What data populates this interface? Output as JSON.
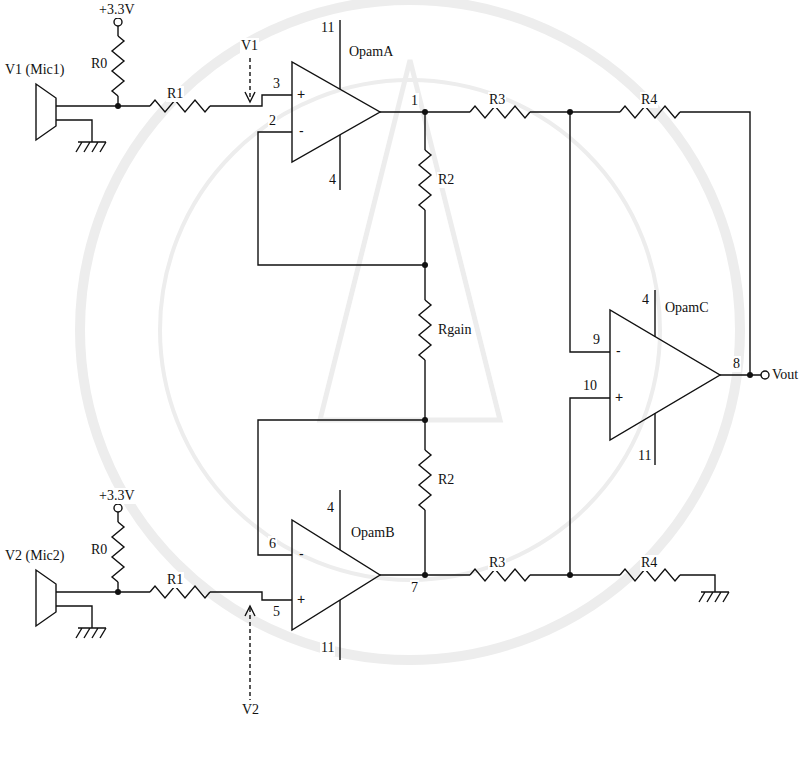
{
  "diagram": {
    "labels": [
      "+3.3V",
      "R0",
      "V1 (Mic1)",
      "R1",
      "V1",
      "11",
      "OpamA",
      "3",
      "+",
      "2",
      "-",
      "4",
      "1",
      "R3",
      "R4",
      "R2",
      "Rgain",
      "9",
      "-",
      "4",
      "OpamC",
      "8",
      "Vout",
      "10",
      "+",
      "11",
      "+3.3V",
      "R0",
      "V2 (Mic2)",
      "4",
      "OpamB",
      "R2",
      "6",
      "-",
      "R1",
      "+",
      "5",
      "7",
      "R3",
      "R4",
      "11",
      "V2"
    ]
  }
}
